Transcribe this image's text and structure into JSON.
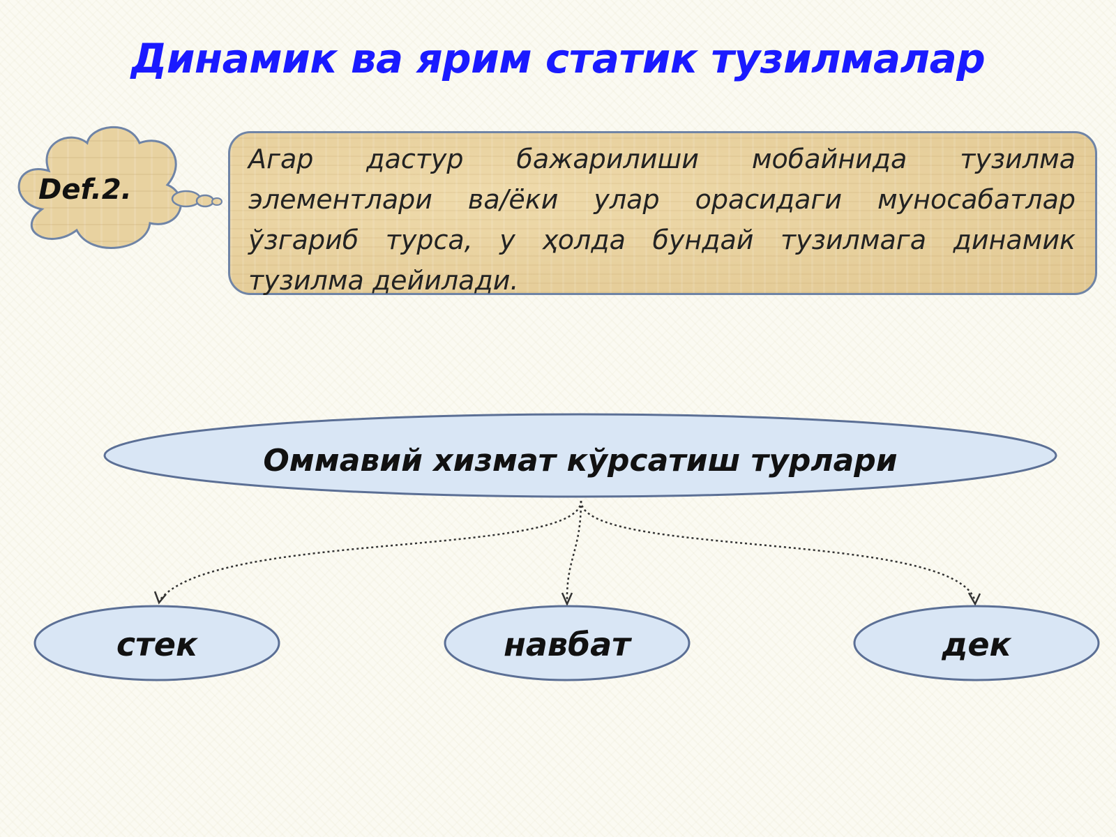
{
  "slide": {
    "title": "Динамик ва ярим статик тузилмалар",
    "definition_label": "Def.2.",
    "definition_text": "Агар дастур бажарилиши мобайнида тузилма элементлари ва/ёки улар орасидаги муносабатлар ўзгариб турса, у ҳолда бундай тузилмага динамик тузилма дейилади."
  },
  "diagram": {
    "root": "Оммавий хизмат кўрсатиш турлари",
    "children": [
      "стек",
      "навбат",
      "дек"
    ]
  },
  "colors": {
    "title": "#1a1aff",
    "node_fill": "#d9e6f5",
    "node_stroke": "#5b6f95",
    "cloud_fill": "#e8d2a0",
    "cloud_stroke": "#6f84a6",
    "text": "#111111"
  }
}
